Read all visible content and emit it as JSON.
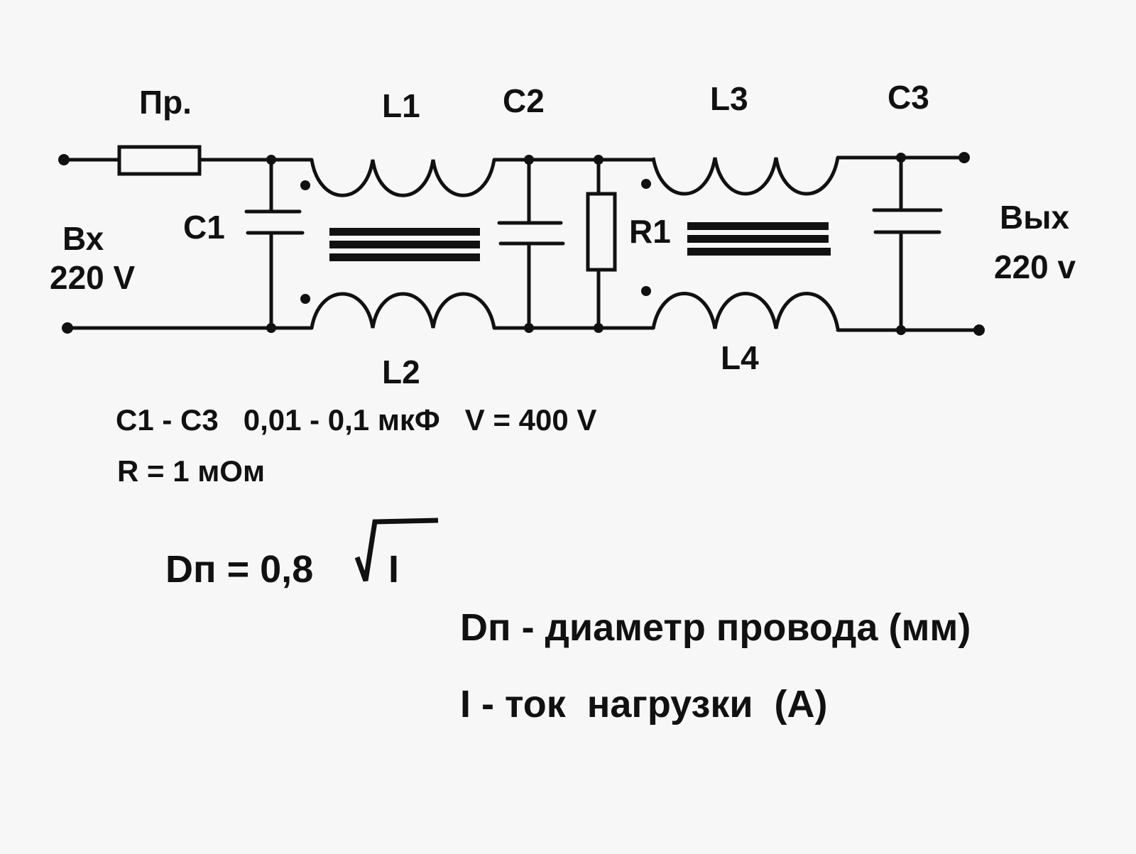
{
  "labels": {
    "fuse": "Пр.",
    "l1": "L1",
    "l2": "L2",
    "l3": "L3",
    "l4": "L4",
    "c1": "C1",
    "c2": "C2",
    "c3": "C3",
    "r1": "R1",
    "input_name": "Вх",
    "input_voltage": "220 V",
    "output_name": "Вых",
    "output_voltage": "220 v"
  },
  "specs": {
    "capacitors": "C1 - C3   0,01 - 0,1 мкФ   V = 400 V",
    "resistor": "R = 1 мОм"
  },
  "formula": {
    "lhs": "Dп = 0,8",
    "radicand": "I"
  },
  "legend": {
    "dp": "Dп - диаметр провода (мм)",
    "i": "I - ток  нагрузки  (А)"
  }
}
